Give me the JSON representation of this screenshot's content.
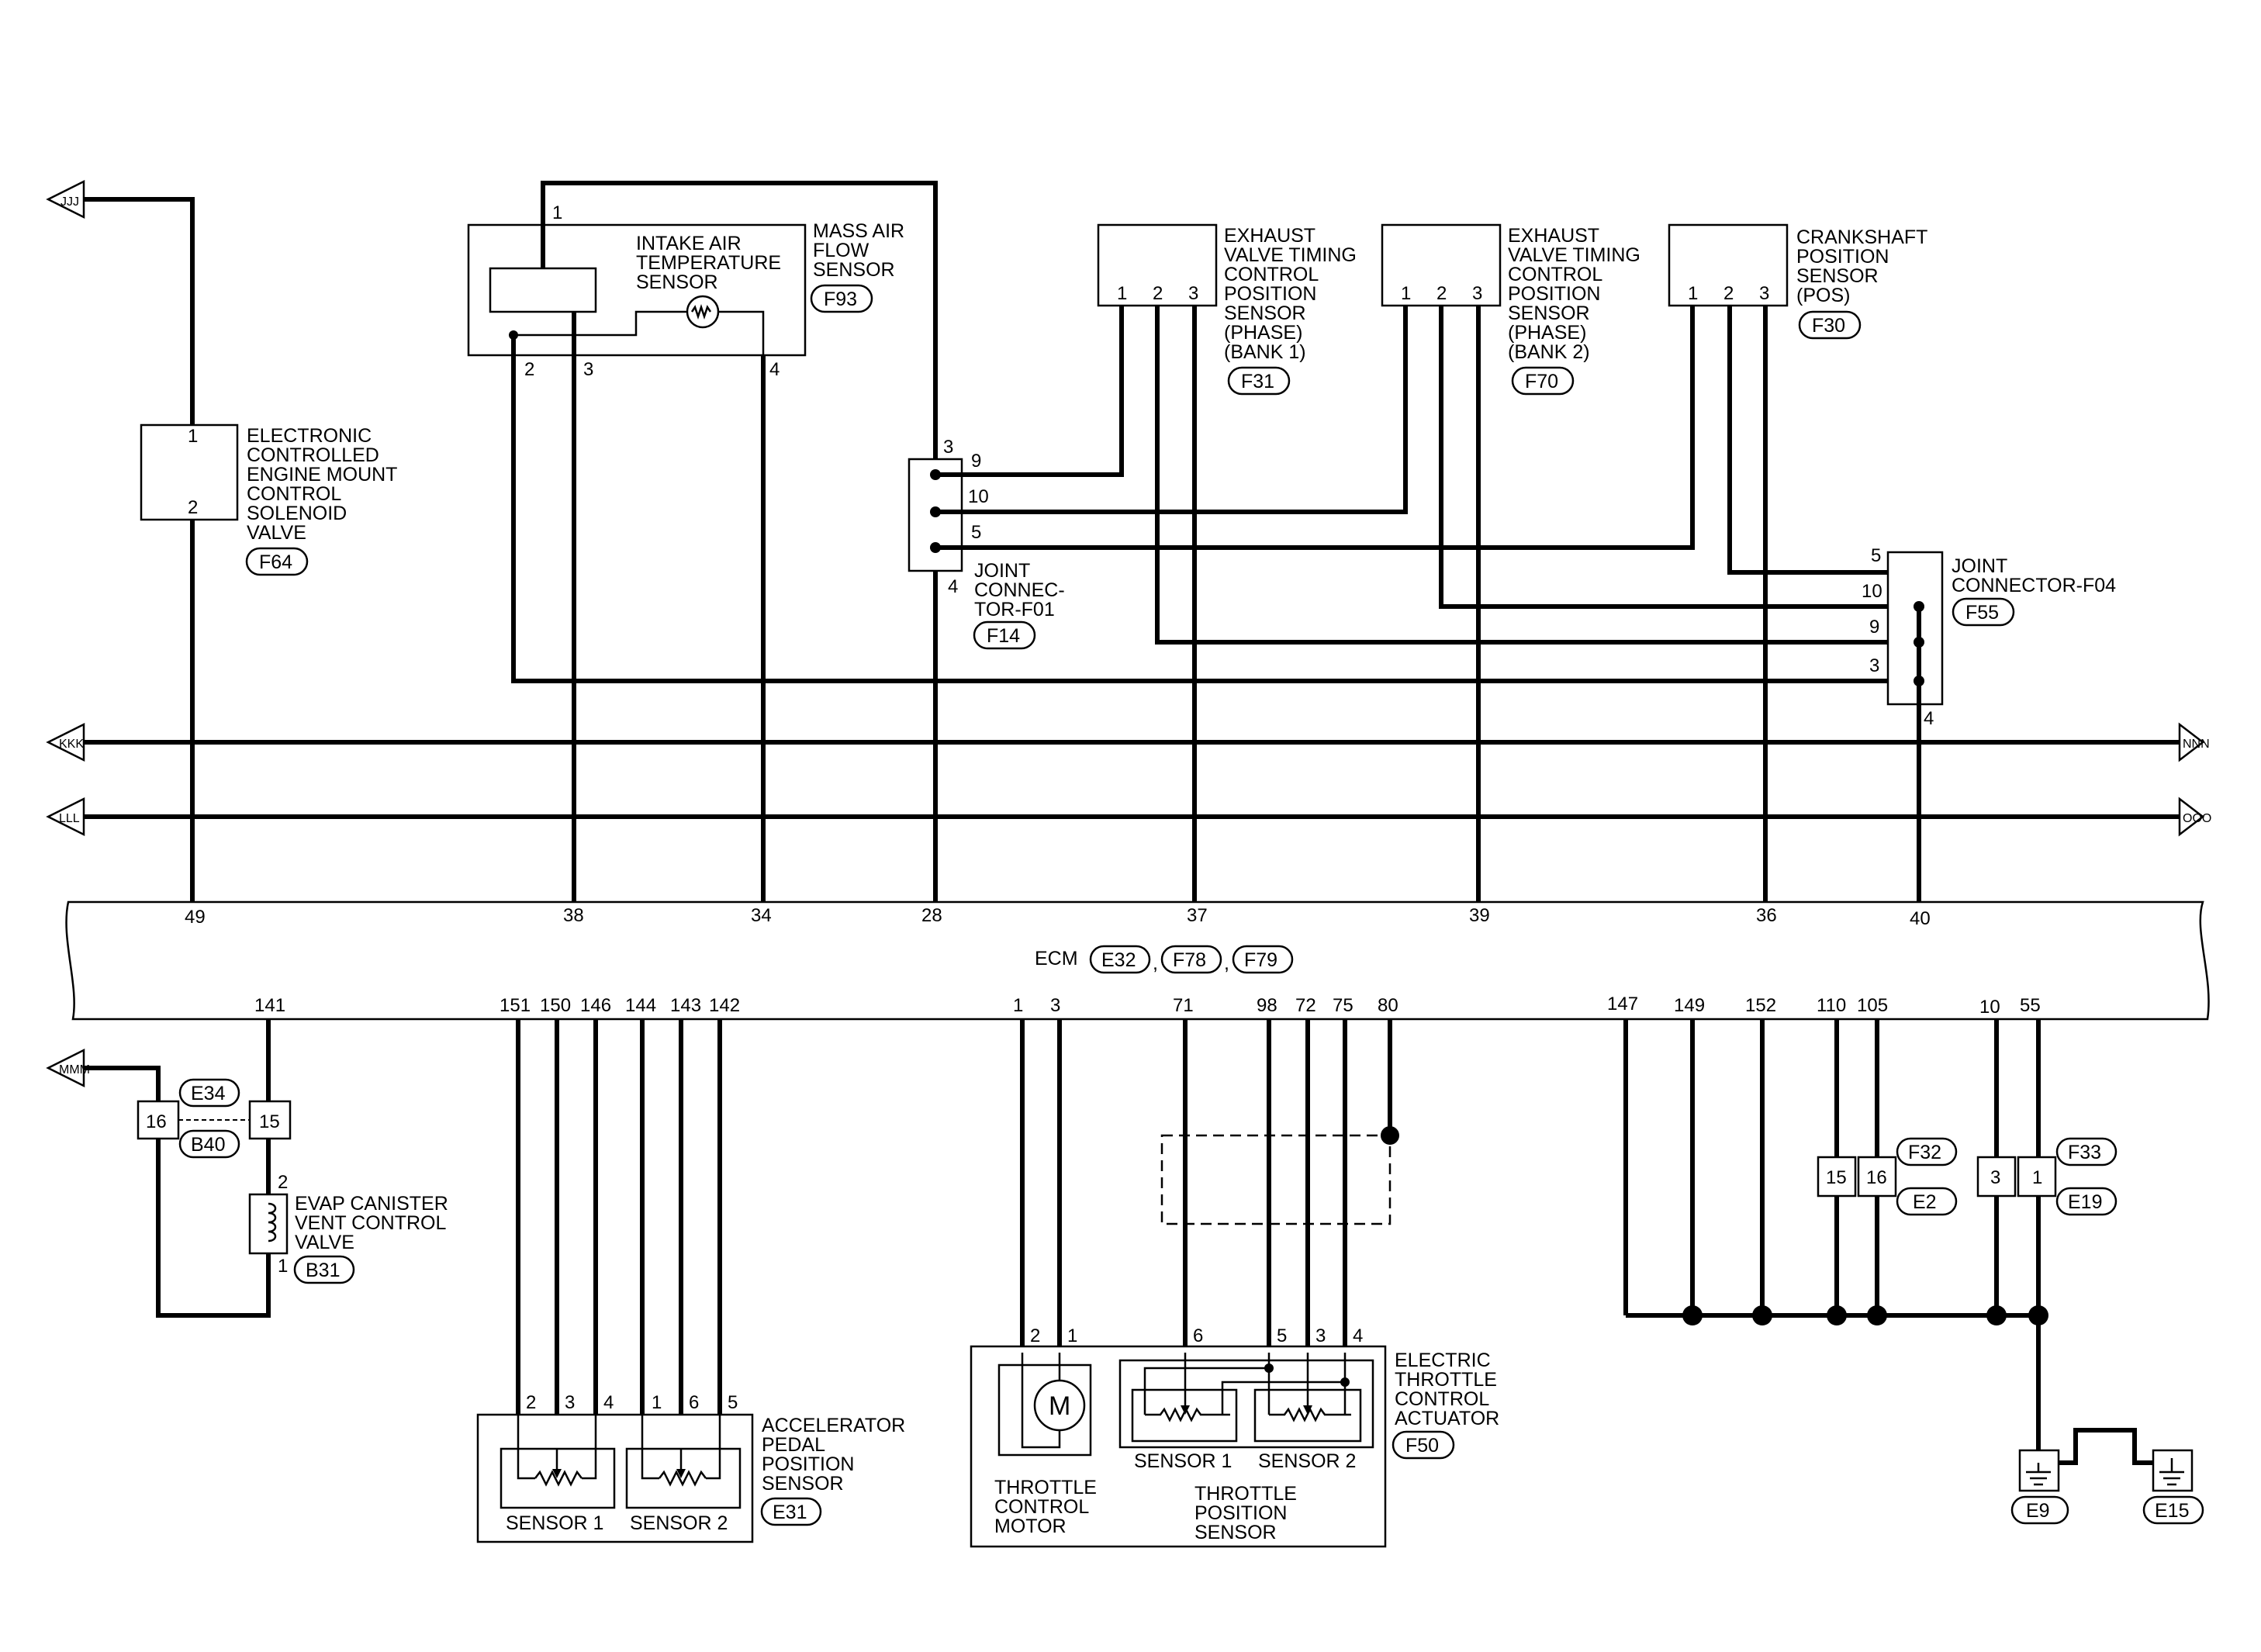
{
  "labels": {
    "intake_air_temp": [
      "INTAKE AIR",
      "TEMPERATURE",
      "SENSOR"
    ],
    "maf": [
      "MASS AIR",
      "FLOW",
      "SENSOR"
    ],
    "evt_bank1": [
      "EXHAUST",
      "VALVE TIMING",
      "CONTROL",
      "POSITION",
      "SENSOR",
      "(PHASE)",
      "(BANK 1)"
    ],
    "evt_bank2": [
      "EXHAUST",
      "VALVE TIMING",
      "CONTROL",
      "POSITION",
      "SENSOR",
      "(PHASE)",
      "(BANK 2)"
    ],
    "ckp": [
      "CRANKSHAFT",
      "POSITION",
      "SENSOR",
      "(POS)"
    ],
    "engine_mount": [
      "ELECTRONIC",
      "CONTROLLED",
      "ENGINE MOUNT",
      "CONTROL",
      "SOLENOID",
      "VALVE"
    ],
    "joint_f01": [
      "JOINT",
      "CONNEC-",
      "TOR-F01"
    ],
    "joint_f04": [
      "JOINT",
      "CONNECTOR-F04"
    ],
    "evap": [
      "EVAP CANISTER",
      "VENT CONTROL",
      "VALVE"
    ],
    "app": [
      "ACCELERATOR",
      "PEDAL",
      "POSITION",
      "SENSOR"
    ],
    "etc": [
      "ELECTRIC",
      "THROTTLE",
      "CONTROL",
      "ACTUATOR"
    ],
    "throttle_motor": [
      "THROTTLE",
      "CONTROL",
      "MOTOR"
    ],
    "throttle_pos": [
      "THROTTLE",
      "POSITION",
      "SENSOR"
    ],
    "ecm": "ECM",
    "sensor1": "SENSOR 1",
    "sensor2": "SENSOR 2",
    "motor": "M"
  },
  "connectors": {
    "F93": "F93",
    "F31": "F31",
    "F70": "F70",
    "F30": "F30",
    "F64": "F64",
    "F14": "F14",
    "F55": "F55",
    "E32": "E32",
    "F78": "F78",
    "F79": "F79",
    "E34": "E34",
    "B40": "B40",
    "B31": "B31",
    "E31": "E31",
    "F50": "F50",
    "F32": "F32",
    "E2": "E2",
    "F33": "F33",
    "E19": "E19",
    "E9": "E9",
    "E15": "E15"
  },
  "ecm_pins_top": [
    "49",
    "38",
    "34",
    "28",
    "37",
    "39",
    "36",
    "40"
  ],
  "ecm_pins_bottom": [
    "141",
    "151",
    "150",
    "146",
    "144",
    "143",
    "142",
    "1",
    "3",
    "71",
    "98",
    "72",
    "75",
    "80",
    "147",
    "149",
    "152",
    "110",
    "105",
    "10",
    "55"
  ],
  "sensor_pins": {
    "maf": [
      "1",
      "2",
      "3",
      "4"
    ],
    "evt1": [
      "1",
      "2",
      "3"
    ],
    "evt2": [
      "1",
      "2",
      "3"
    ],
    "ckp": [
      "1",
      "2",
      "3"
    ],
    "mount": [
      "1",
      "2"
    ],
    "f01": [
      "3",
      "9",
      "10",
      "5",
      "4"
    ],
    "f04": [
      "5",
      "10",
      "9",
      "3",
      "4"
    ],
    "evap_conn": [
      "16",
      "15"
    ],
    "evap_valve": [
      "2",
      "1"
    ],
    "app": [
      "2",
      "3",
      "4",
      "1",
      "6",
      "5"
    ],
    "etc": [
      "2",
      "1",
      "6",
      "5",
      "3",
      "4"
    ],
    "f32": [
      "15",
      "16"
    ],
    "f33": [
      "3",
      "1"
    ]
  },
  "harness_markers": [
    "JJJ",
    "KKK",
    "LLL",
    "NNN",
    "OOO",
    "MMM"
  ]
}
